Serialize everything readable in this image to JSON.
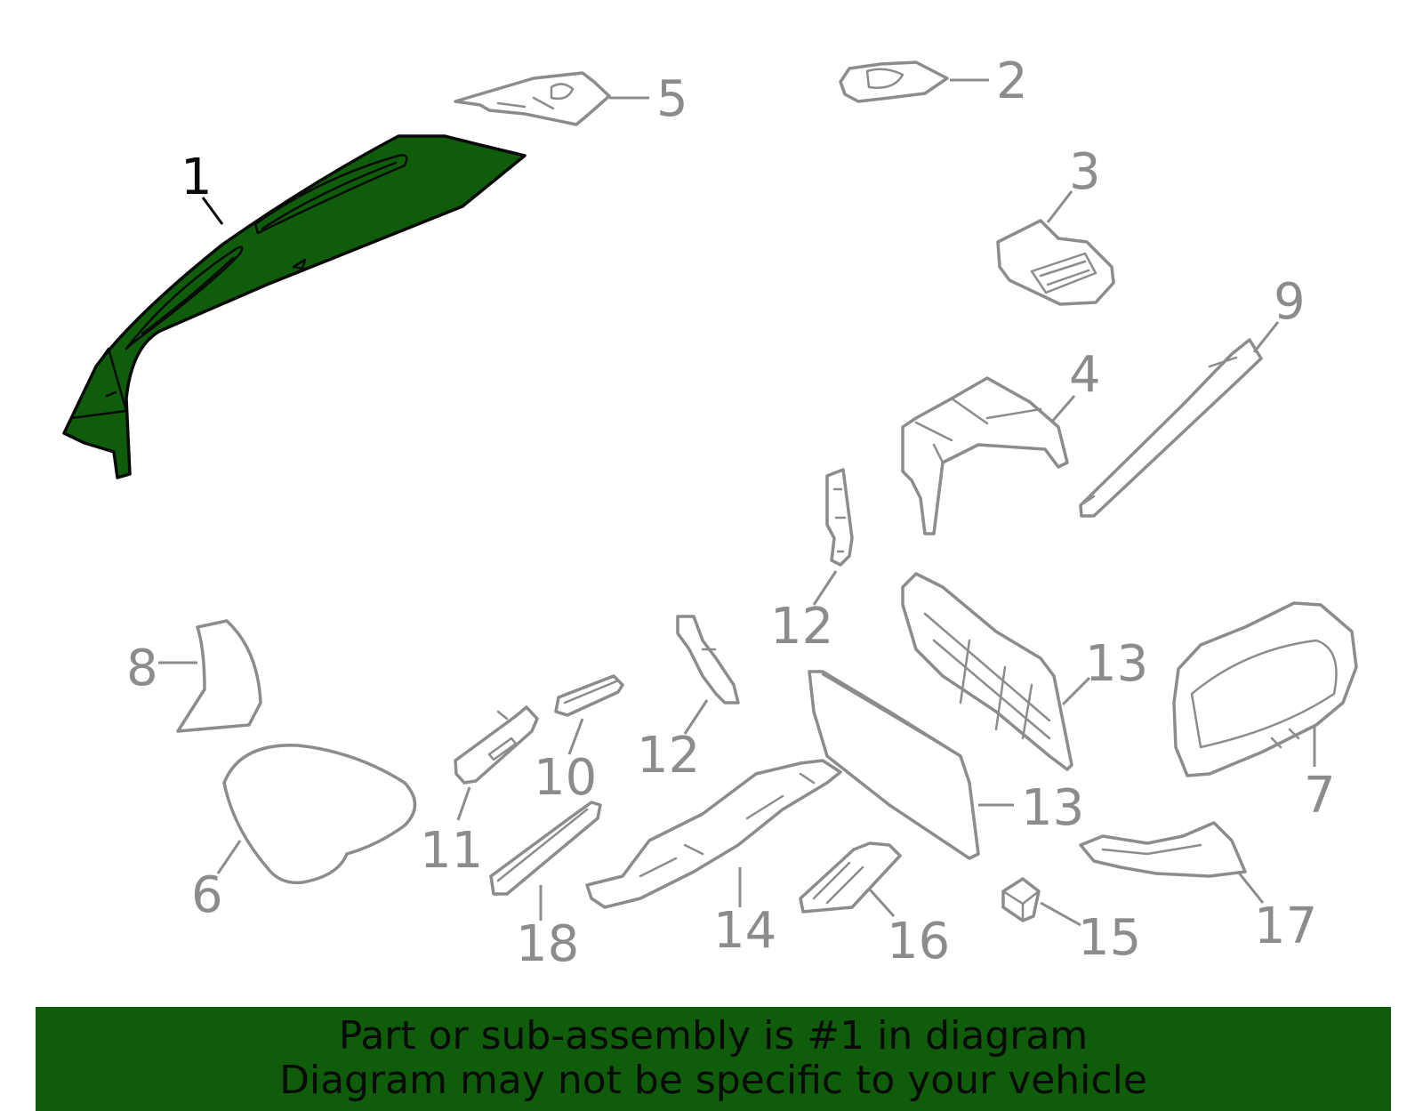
{
  "colors": {
    "highlight_fill": "#0f5d0a",
    "outline": "#8c8c8c",
    "highlight_outline": "#0a0a0a",
    "banner_bg": "#0f5d0a"
  },
  "callouts": {
    "c1": "1",
    "c2": "2",
    "c3": "3",
    "c4": "4",
    "c5": "5",
    "c6": "6",
    "c7": "7",
    "c8": "8",
    "c9": "9",
    "c10": "10",
    "c11": "11",
    "c12a": "12",
    "c12b": "12",
    "c13a": "13",
    "c13b": "13",
    "c14": "14",
    "c15": "15",
    "c16": "16",
    "c17": "17",
    "c18": "18"
  },
  "banner": {
    "line1": "Part or sub-assembly is #1 in diagram",
    "line2": "Diagram may not be specific to your vehicle"
  }
}
